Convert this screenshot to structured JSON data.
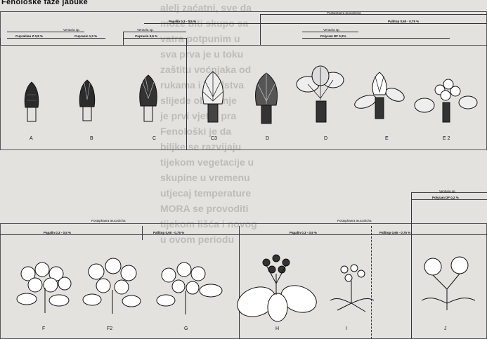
{
  "title": "Fenološke faze jabuke",
  "top_panel": {
    "postsphere": "Postsphaera teucotricha",
    "venturia_left": "Venturia sp.",
    "venturia_mid": "Venturia sp.",
    "venturia_right": "Venturia sp.",
    "polyram": "Polyram DF 0,2%",
    "papalin": "Papalin 0,3 - 0,5 %",
    "pallitop": "Pallitop 0,60 - 0,75 %",
    "cuprablau": "Cuprablau Z 0,8 %",
    "cuprasin": "Cuprasin 1,0 %",
    "cuprasin2": "Cuprasin 0,5 %",
    "letters": [
      "A",
      "B",
      "C",
      "C3",
      "D",
      "D",
      "E",
      "E 2"
    ]
  },
  "bottom_panel": {
    "postsphere_left": "Postsphaera teucotricha",
    "postsphere_mid": "Postsphaera teucotricha",
    "venturia": "Venturia sp.",
    "polyram": "Polyram DF 0,2 %",
    "papalin_left": "Papalin 0,3 - 0,5 %",
    "pallitop_left": "Pallitop 0,60 - 0,75 %",
    "papalin_mid": "Papalin 0,3 - 0,5 %",
    "pallitop_mid": "Pallitop 0,60 - 0,75 %",
    "letters": [
      "F",
      "F2",
      "G",
      "H",
      "I",
      "J"
    ]
  },
  "ghost_text": [
    "alelj zaćatni, sve da",
    "može biti skupo sa",
    "vatra potpunim u",
    "sva prva je u toku",
    "zaštitu voćnjaka od",
    "rukama i sredstva",
    "slijede oboljenje",
    "je prvi vjetar pra",
    "Fenološki je da",
    "biljke se razvijaju",
    "tijekom vegetacije u",
    "skupine u vremenu",
    "utjecaj temperature",
    "MORA se provoditi",
    "tijekom lišća i novog",
    "u ovom periodu"
  ]
}
